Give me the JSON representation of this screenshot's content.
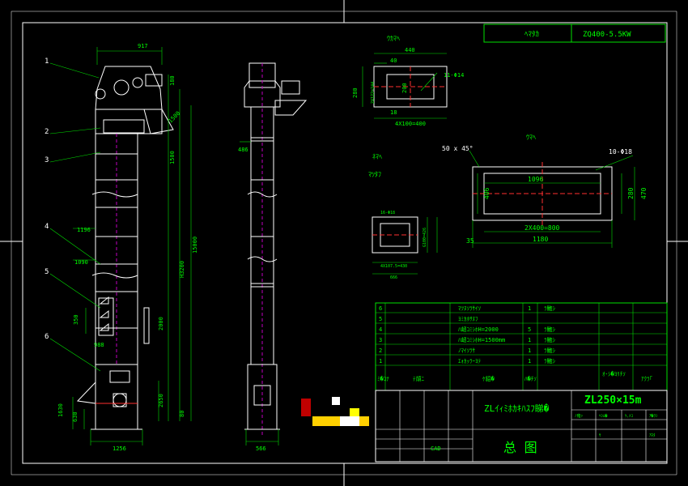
{
  "header": {
    "power_label": "ﾍﾏﾀｶ",
    "power_value": "ZQ400-5.5KW"
  },
  "callouts": [
    "1",
    "2",
    "3",
    "4",
    "5",
    "6"
  ],
  "front_view_dims": {
    "top_width": "917",
    "left_1196": "1196",
    "left_1090": "1090",
    "left_350": "350",
    "left_988": "988",
    "bottom_1630": "1630",
    "bottom_630": "630",
    "base_width": "1256",
    "right_180": "180",
    "right_1500a": "1500",
    "right_1500b": "1500",
    "right_15000": "15000",
    "right_h": "H3200",
    "right_2000": "2000",
    "right_2650": "2650",
    "right_80": "80"
  },
  "side_view_dims": {
    "left_486": "486",
    "base_width": "566"
  },
  "top_flange": {
    "title": "ｳｶﾏﾍ",
    "w440": "440",
    "w40": "40",
    "h280": "280",
    "h200": "200",
    "inner": "2X122=244",
    "s18": "18",
    "bottom": "4X100=400",
    "holes": "11-Φ14"
  },
  "bottom_flange": {
    "title": "ﾈﾏﾍ",
    "subtitle": "ﾏﾂﾀﾌ",
    "holes": "16-Φ18",
    "right": "G100=426",
    "bottom1": "4X107.5=430",
    "bottom2": "666"
  },
  "discharge_flange": {
    "title": "ｳﾏﾍ",
    "chamfer": "50 x 45°",
    "holes": "10-Φ18",
    "w1096": "1096",
    "h406": "406",
    "h280": "280",
    "h470": "470",
    "bottom1": "2X400=800",
    "bottom2": "1180",
    "s35": "35"
  },
  "parts_list": {
    "rows": [
      {
        "no": "6",
        "name": "ﾏﾂﾇｿﾗｻｲｿ",
        "qty": "1",
        "mat": "ﾗ鮑ｼ"
      },
      {
        "no": "5",
        "name": "ﾖﾐｶﾎｻﾇﾌ",
        "qty": "",
        "mat": ""
      },
      {
        "no": "4",
        "name": "ﾊ衂ｺﾐｼﾎH=2000",
        "qty": "5",
        "mat": "ﾗ鮑ｼ"
      },
      {
        "no": "3",
        "name": "ﾊ衂ｺﾐｼﾎH=1500mm",
        "qty": "1",
        "mat": "ﾗ鮑ｼ"
      },
      {
        "no": "2",
        "name": "ﾉﾏｲｿﾗｻ",
        "qty": "1",
        "mat": "ﾗ鮑ｼ"
      },
      {
        "no": "1",
        "name": "ｴｫｶｯﾗｰﾖﾃ",
        "qty": "1",
        "mat": "ﾗ鮑ｼ"
      }
    ],
    "header": {
      "no": "ﾐ�ｺﾅ",
      "name": "ﾃ頏ﾆ",
      "spec": "ｹ貂�",
      "qty": "ﾊ�ﾁｿ",
      "mat": "ｵ･ｼ�ﾖﾘﾁｿ",
      "total": "ｱｸﾗ｢"
    }
  },
  "title_block": {
    "product": "ZLｲｨﾐﾎｶｷﾊｽﾌ睇�",
    "model": "ZL250×15m",
    "drawing": "总 图",
    "cad": "CAD",
    "small_row": [
      "ﾉ雍ｯ",
      "ﾍｼﾑ�",
      "ｹ､ﾒﾕ",
      "ｱ�ﾗｼ",
      "ｻ",
      "ｱﾈﾀ"
    ]
  },
  "colors": {
    "line": "#ffffff",
    "dim": "#00e000",
    "green_bright": "#00ff00",
    "red_center": "#ff3030",
    "magenta_hidden": "#c000c0",
    "watermark": "#2a2a2a"
  },
  "swatches": [
    "#c00000",
    "#ffff00",
    "#ffd000",
    "#ffffff"
  ]
}
